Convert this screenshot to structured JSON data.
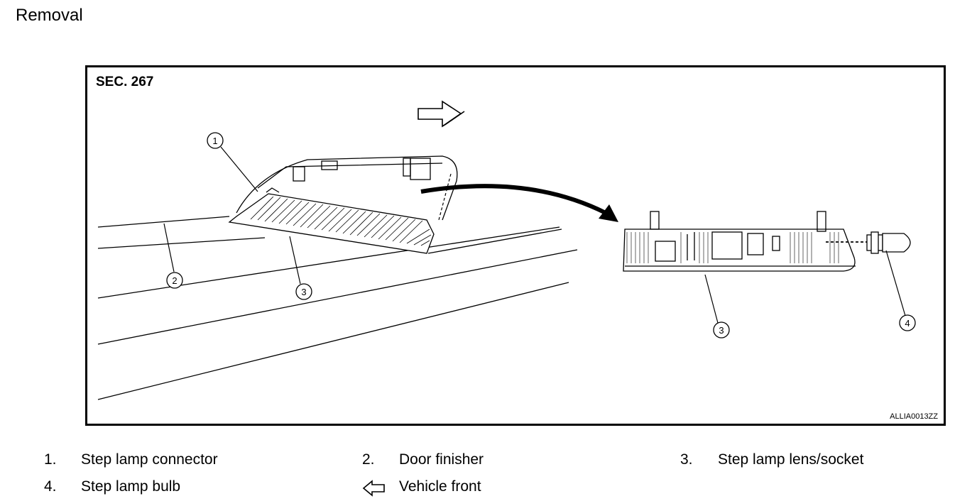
{
  "heading": "Removal",
  "figure": {
    "section_label": "SEC. 267",
    "figure_code": "ALLIA0013ZZ",
    "callouts": [
      "1",
      "2",
      "3",
      "3",
      "4"
    ]
  },
  "legend": [
    {
      "number": "1.",
      "label": "Step lamp connector"
    },
    {
      "number": "2.",
      "label": "Door finisher"
    },
    {
      "number": "3.",
      "label": "Step lamp lens/socket"
    },
    {
      "number": "4.",
      "label": "Step lamp bulb"
    },
    {
      "number": "",
      "label": "Vehicle front",
      "icon": "front-arrow-icon"
    }
  ]
}
